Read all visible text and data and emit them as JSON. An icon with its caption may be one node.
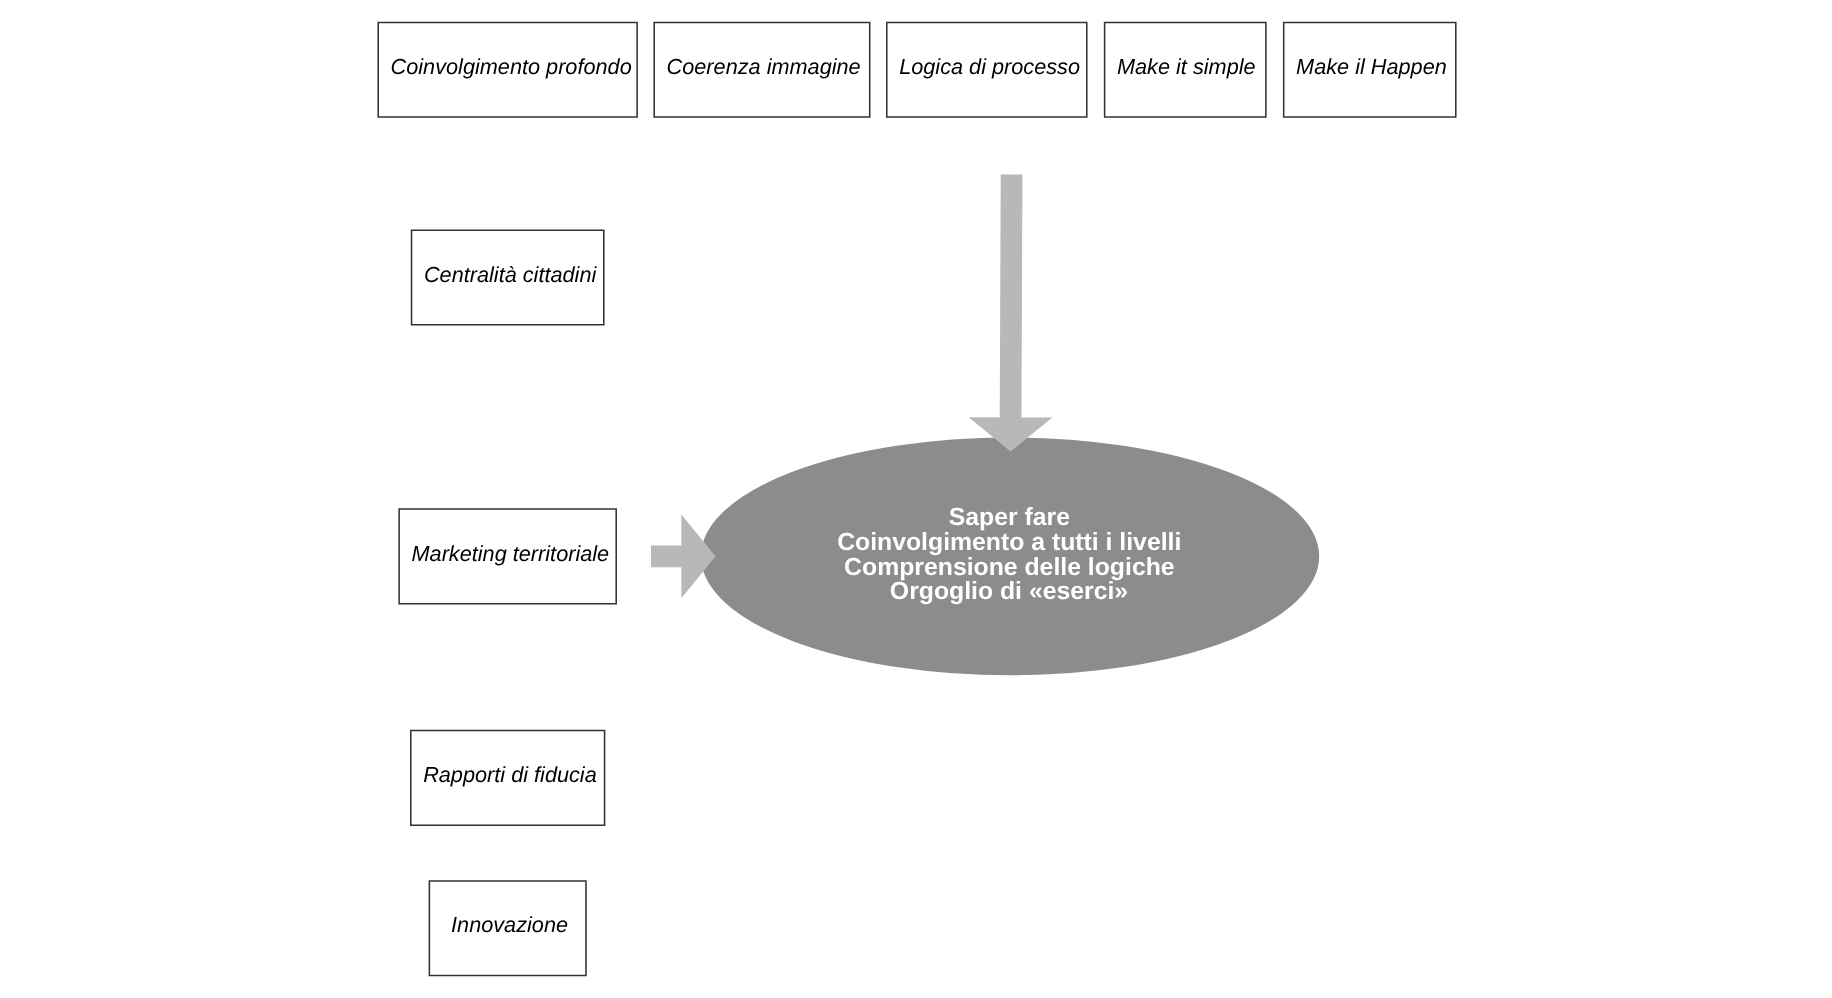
{
  "diagram": {
    "nodes": [
      {
        "text": [
          "Coinvolgimento profondo"
        ]
      },
      {
        "text": [
          "Coerenza immagine"
        ]
      },
      {
        "text": [
          "Logica di processo"
        ]
      },
      {
        "text": [
          "Make it simple"
        ]
      },
      {
        "text": [
          "Make il Happen"
        ]
      },
      {
        "text": [
          "Centralità cittadini"
        ]
      },
      {
        "text": [
          "Marketing territoriale"
        ]
      },
      {
        "text": [
          "Rapporti di fiducia"
        ]
      },
      {
        "text": [
          "Innovazione"
        ]
      },
      {
        "text": [
          "Saper fare",
          "Coinvolgimento a tutti i livelli",
          "Comprensione delle logiche",
          "Orgoglio di «eserci»"
        ]
      }
    ],
    "edges": [
      {
        "from": null,
        "to": 9,
        "arrow": "to"
      },
      {
        "from": null,
        "to": 9,
        "arrow": "to"
      }
    ]
  }
}
